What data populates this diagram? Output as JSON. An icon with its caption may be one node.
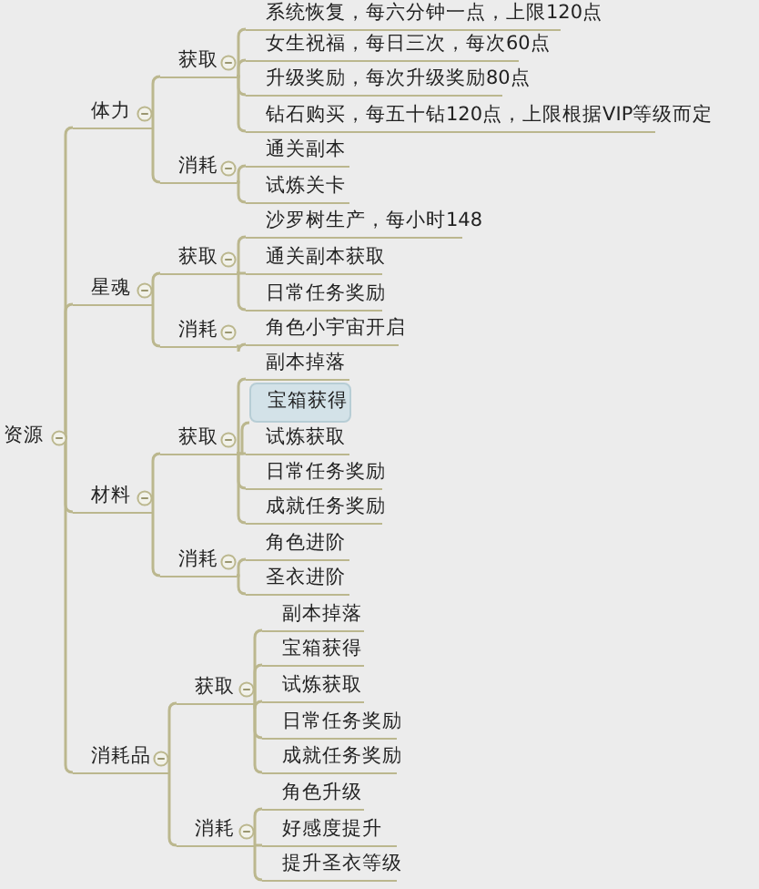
{
  "diagram": {
    "nodes": [
      {
        "text": [
          "资源"
        ]
      },
      {
        "text": [
          "体力"
        ]
      },
      {
        "text": [
          "获取"
        ]
      },
      {
        "text": [
          "系统恢复，每六分钟一点，上限120点"
        ]
      },
      {
        "text": [
          "女生祝福，每日三次，每次60点"
        ]
      },
      {
        "text": [
          "升级奖励，每次升级奖励80点"
        ]
      },
      {
        "text": [
          "钻石购买，每五十钻120点，上限根据VIP等级而定"
        ]
      },
      {
        "text": [
          "消耗"
        ]
      },
      {
        "text": [
          "通关副本"
        ]
      },
      {
        "text": [
          "试炼关卡"
        ]
      },
      {
        "text": [
          "星魂"
        ]
      },
      {
        "text": [
          "获取"
        ]
      },
      {
        "text": [
          "沙罗树生产，每小时148"
        ]
      },
      {
        "text": [
          "通关副本获取"
        ]
      },
      {
        "text": [
          "日常任务奖励"
        ]
      },
      {
        "text": [
          "消耗"
        ]
      },
      {
        "text": [
          "角色小宇宙开启"
        ]
      },
      {
        "text": [
          "材料"
        ]
      },
      {
        "text": [
          "获取"
        ]
      },
      {
        "text": [
          "副本掉落"
        ]
      },
      {
        "text": [
          "宝箱获得"
        ]
      },
      {
        "text": [
          "试炼获取"
        ]
      },
      {
        "text": [
          "日常任务奖励"
        ]
      },
      {
        "text": [
          "成就任务奖励"
        ]
      },
      {
        "text": [
          "消耗"
        ]
      },
      {
        "text": [
          "角色进阶"
        ]
      },
      {
        "text": [
          "圣衣进阶"
        ]
      },
      {
        "text": [
          "消耗品"
        ]
      },
      {
        "text": [
          "获取"
        ]
      },
      {
        "text": [
          "副本掉落"
        ]
      },
      {
        "text": [
          "宝箱获得"
        ]
      },
      {
        "text": [
          "试炼获取"
        ]
      },
      {
        "text": [
          "日常任务奖励"
        ]
      },
      {
        "text": [
          "成就任务奖励"
        ]
      },
      {
        "text": [
          "消耗"
        ]
      },
      {
        "text": [
          "角色升级"
        ]
      },
      {
        "text": [
          "好感度提升"
        ]
      },
      {
        "text": [
          "提升圣衣等级"
        ]
      }
    ],
    "edges": [
      {
        "from": 0,
        "to": 1,
        "arrow": "none"
      },
      {
        "from": 1,
        "to": 2,
        "arrow": "none"
      },
      {
        "from": 2,
        "to": 3,
        "arrow": "none"
      },
      {
        "from": 2,
        "to": 4,
        "arrow": "none"
      },
      {
        "from": 2,
        "to": 5,
        "arrow": "none"
      },
      {
        "from": 2,
        "to": 6,
        "arrow": "none"
      },
      {
        "from": 1,
        "to": 7,
        "arrow": "none"
      },
      {
        "from": 7,
        "to": 8,
        "arrow": "none"
      },
      {
        "from": 7,
        "to": 9,
        "arrow": "none"
      },
      {
        "from": 0,
        "to": 10,
        "arrow": "none"
      },
      {
        "from": 10,
        "to": 11,
        "arrow": "none"
      },
      {
        "from": 11,
        "to": 12,
        "arrow": "none"
      },
      {
        "from": 11,
        "to": 13,
        "arrow": "none"
      },
      {
        "from": 11,
        "to": 14,
        "arrow": "none"
      },
      {
        "from": 10,
        "to": 15,
        "arrow": "none"
      },
      {
        "from": 15,
        "to": 16,
        "arrow": "none"
      },
      {
        "from": 0,
        "to": 17,
        "arrow": "none"
      },
      {
        "from": 17,
        "to": 18,
        "arrow": "none"
      },
      {
        "from": 18,
        "to": 19,
        "arrow": "none"
      },
      {
        "from": 18,
        "to": 20,
        "arrow": "none"
      },
      {
        "from": 18,
        "to": 21,
        "arrow": "none"
      },
      {
        "from": 18,
        "to": 22,
        "arrow": "none"
      },
      {
        "from": 18,
        "to": 23,
        "arrow": "none"
      },
      {
        "from": 17,
        "to": 24,
        "arrow": "none"
      },
      {
        "from": 24,
        "to": 25,
        "arrow": "none"
      },
      {
        "from": 24,
        "to": 26,
        "arrow": "none"
      },
      {
        "from": 0,
        "to": 27,
        "arrow": "none"
      },
      {
        "from": 27,
        "to": 28,
        "arrow": "none"
      },
      {
        "from": 28,
        "to": 29,
        "arrow": "none"
      },
      {
        "from": 28,
        "to": 30,
        "arrow": "none"
      },
      {
        "from": 28,
        "to": 31,
        "arrow": "none"
      },
      {
        "from": 28,
        "to": 32,
        "arrow": "none"
      },
      {
        "from": 28,
        "to": 33,
        "arrow": "none"
      },
      {
        "from": 27,
        "to": 34,
        "arrow": "none"
      },
      {
        "from": 34,
        "to": 35,
        "arrow": "none"
      },
      {
        "from": 34,
        "to": 36,
        "arrow": "none"
      },
      {
        "from": 34,
        "to": 37,
        "arrow": "none"
      }
    ]
  }
}
